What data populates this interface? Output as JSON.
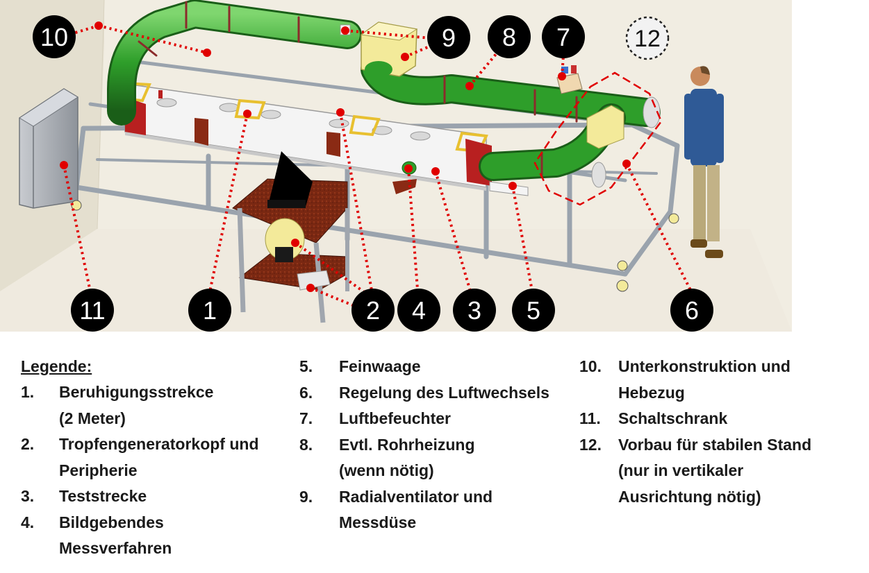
{
  "markers": {
    "m1": "1",
    "m2": "2",
    "m3": "3",
    "m4": "4",
    "m5": "5",
    "m6": "6",
    "m7": "7",
    "m8": "8",
    "m9": "9",
    "m10": "10",
    "m11": "11",
    "m12": "12"
  },
  "legend": {
    "title": "Legende:",
    "items": [
      {
        "num": "1.",
        "lines": [
          "Beruhigungsstrekce",
          "(2 Meter)"
        ]
      },
      {
        "num": "2.",
        "lines": [
          "Tropfengeneratorkopf und",
          "Peripherie"
        ]
      },
      {
        "num": "3.",
        "lines": [
          "Teststrecke"
        ]
      },
      {
        "num": "4.",
        "lines": [
          "Bildgebendes",
          "Messverfahren"
        ]
      },
      {
        "num": "5.",
        "lines": [
          "Feinwaage"
        ]
      },
      {
        "num": "6.",
        "lines": [
          "Regelung des Luftwechsels"
        ]
      },
      {
        "num": "7.",
        "lines": [
          "Luftbefeuchter"
        ]
      },
      {
        "num": "8.",
        "lines": [
          "Evtl. Rohrheizung",
          "(wenn nötig)"
        ]
      },
      {
        "num": "9.",
        "lines": [
          "Radialventilator und",
          "Messdüse"
        ]
      },
      {
        "num": "10.",
        "lines": [
          "Unterkonstruktion und",
          "Hebezug"
        ]
      },
      {
        "num": "11.",
        "lines": [
          "Schaltschrank"
        ]
      },
      {
        "num": "12.",
        "lines": [
          "Vorbau für stabilen Stand",
          "(nur in vertikaler",
          "Ausrichtung nötig)"
        ]
      }
    ]
  },
  "colors": {
    "pipe": "#2e9e2a",
    "pipe_dark": "#1e6b1c",
    "marker_fill": "#000000",
    "marker_text": "#ffffff",
    "leader_line": "#e00000",
    "room_wall": "#ece8dc",
    "table_top": "#8a2a14",
    "frame": "#9aa3ad"
  }
}
